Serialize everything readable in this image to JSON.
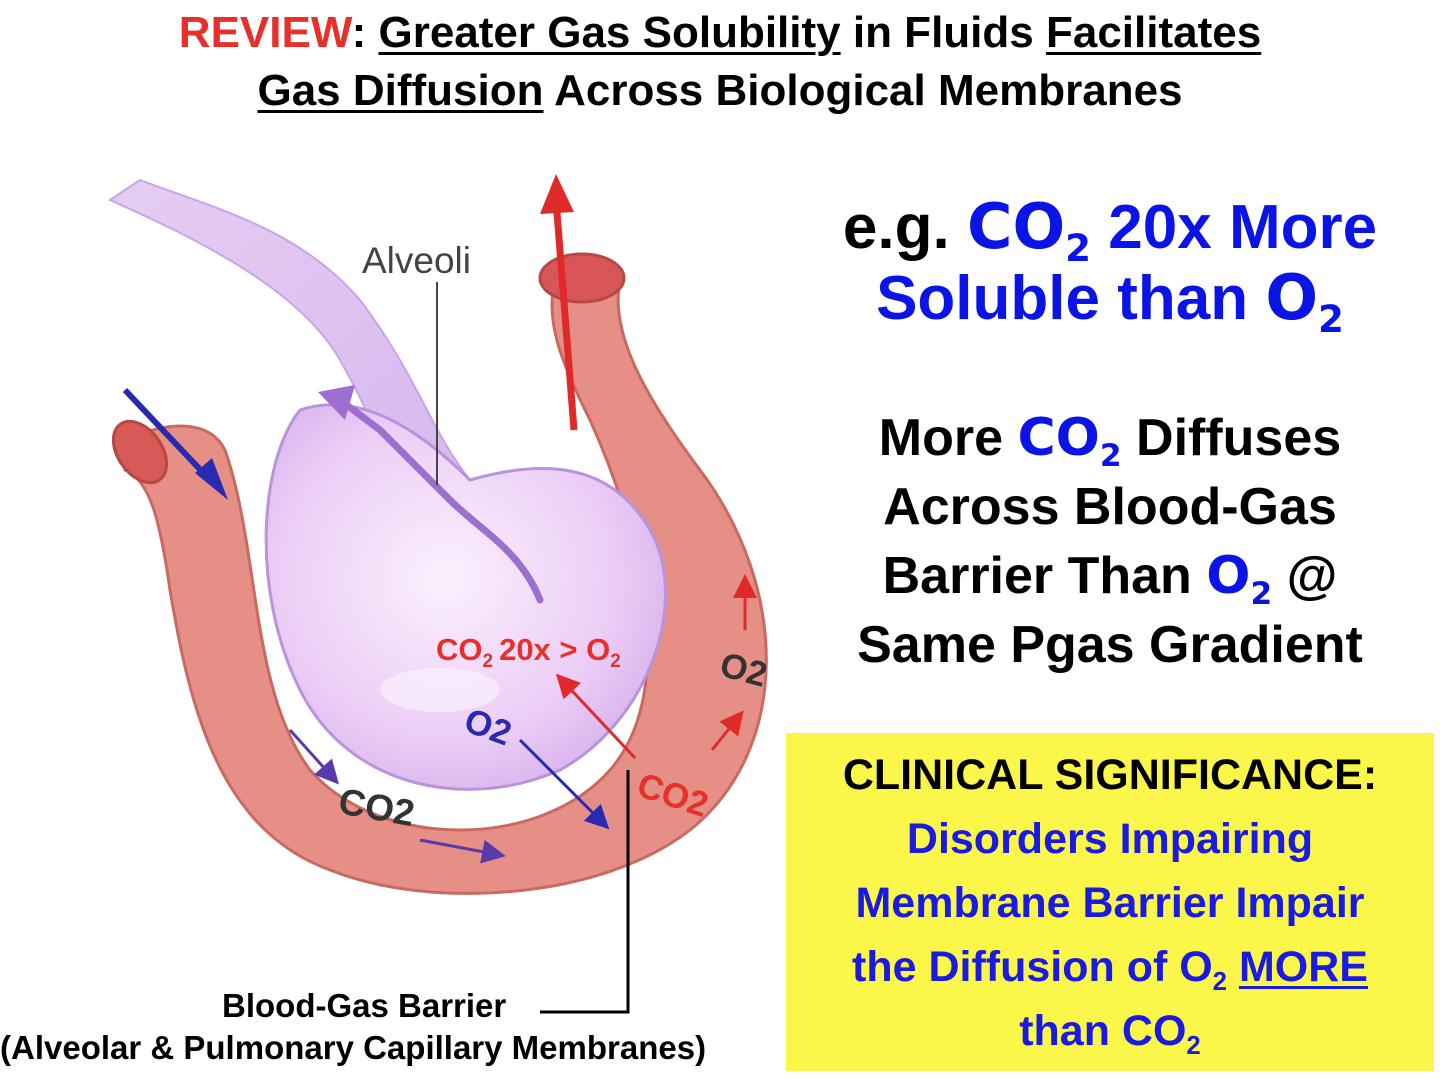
{
  "title": {
    "review": "REVIEW",
    "colon": ":",
    "part1": "Greater Gas Solubility",
    "part2": "in Fluids",
    "part3": "Facilitates",
    "part4": "Gas Diffusion",
    "part5": "Across Biological Membranes"
  },
  "eg": {
    "prefix": "e.g.",
    "co2": "CO",
    "co2_sub": "2",
    "line1_rest": "20x More",
    "line2": "Soluble than",
    "o2": "O",
    "o2_sub": "2"
  },
  "more": {
    "w1": "More",
    "co2": "CO",
    "co2_sub": "2",
    "w2": "Diffuses",
    "line2": "Across Blood-Gas",
    "line3a": "Barrier Than",
    "o2": "O",
    "o2_sub": "2",
    "line3b": "@",
    "line4": "Same Pgas Gradient"
  },
  "clinical": {
    "header": "CLINICAL SIGNIFICANCE:",
    "line1": "Disorders Impairing",
    "line2": "Membrane Barrier Impair",
    "line3a": "the Diffusion of O",
    "line3_sub": "2",
    "line3b": "MORE",
    "line4a": "than CO",
    "line4_sub": "2"
  },
  "diagram": {
    "alveoli_label": "Alveoli",
    "co2_comparison": "CO",
    "co2_comparison_sub": "2",
    "comparison_rest": "20x > O",
    "comparison_o2_sub": "2",
    "o2_inner": "O2",
    "co2_inner": "CO2",
    "o2_right": "O2",
    "co2_bottom": "CO2",
    "barrier_line1": "Blood-Gas Barrier",
    "barrier_line2": "(Alveolar & Pulmonary Capillary Membranes)"
  },
  "colors": {
    "red": "#e8302a",
    "blue": "#0a14e6",
    "yellow": "#fbf74a",
    "vessel": "#e88c82",
    "alveolus": "#f0d4f7"
  }
}
